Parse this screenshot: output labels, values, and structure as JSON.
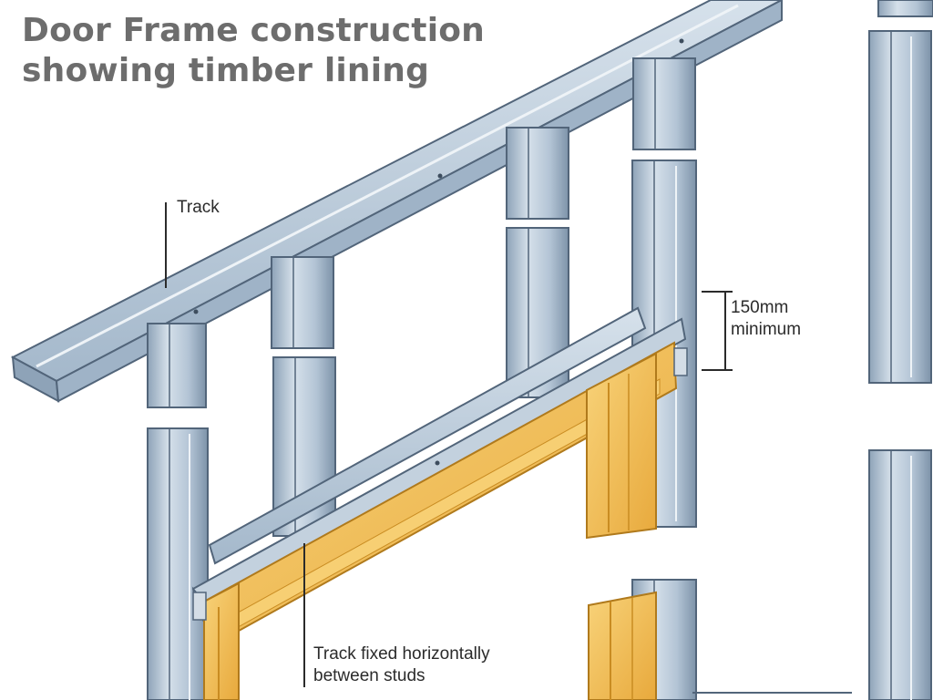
{
  "title": {
    "line1": "Door Frame construction",
    "line2": "showing timber lining"
  },
  "labels": {
    "track": "Track",
    "clearance_line1": "150mm",
    "clearance_line2": "minimum",
    "fixed_line1": "Track fixed horizontally",
    "fixed_line2": "between studs"
  },
  "colors": {
    "steel_light": "#c9d6e3",
    "steel_mid": "#a9bccf",
    "steel_dark": "#7c93ab",
    "steel_outline": "#52657a",
    "timber_light": "#f6c862",
    "timber_mid": "#eab043",
    "timber_dark": "#c98c22",
    "title_text": "#6d6d6d",
    "label_text": "#2b2b2b"
  }
}
